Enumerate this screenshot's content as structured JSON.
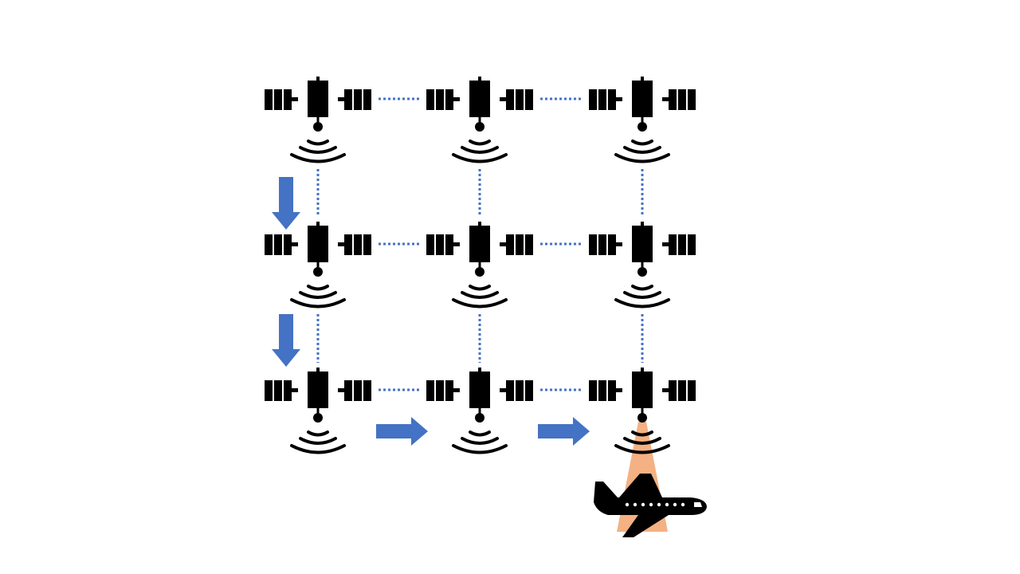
{
  "diagram": {
    "grid": {
      "rows": 3,
      "cols": 3
    },
    "nodes": [
      {
        "id": "sat-r1-c1",
        "row": 1,
        "col": 1,
        "icon": "satellite-icon"
      },
      {
        "id": "sat-r1-c2",
        "row": 1,
        "col": 2,
        "icon": "satellite-icon"
      },
      {
        "id": "sat-r1-c3",
        "row": 1,
        "col": 3,
        "icon": "satellite-icon"
      },
      {
        "id": "sat-r2-c1",
        "row": 2,
        "col": 1,
        "icon": "satellite-icon"
      },
      {
        "id": "sat-r2-c2",
        "row": 2,
        "col": 2,
        "icon": "satellite-icon"
      },
      {
        "id": "sat-r2-c3",
        "row": 2,
        "col": 3,
        "icon": "satellite-icon"
      },
      {
        "id": "sat-r3-c1",
        "row": 3,
        "col": 1,
        "icon": "satellite-icon"
      },
      {
        "id": "sat-r3-c2",
        "row": 3,
        "col": 2,
        "icon": "satellite-icon"
      },
      {
        "id": "sat-r3-c3",
        "row": 3,
        "col": 3,
        "icon": "satellite-icon",
        "serves": "airplane"
      }
    ],
    "links": [
      {
        "from": "sat-r1-c1",
        "to": "sat-r1-c2"
      },
      {
        "from": "sat-r1-c2",
        "to": "sat-r1-c3"
      },
      {
        "from": "sat-r2-c1",
        "to": "sat-r2-c2"
      },
      {
        "from": "sat-r2-c2",
        "to": "sat-r2-c3"
      },
      {
        "from": "sat-r3-c1",
        "to": "sat-r3-c2"
      },
      {
        "from": "sat-r3-c2",
        "to": "sat-r3-c3"
      },
      {
        "from": "sat-r1-c1",
        "to": "sat-r2-c1"
      },
      {
        "from": "sat-r2-c1",
        "to": "sat-r3-c1"
      },
      {
        "from": "sat-r1-c2",
        "to": "sat-r2-c2"
      },
      {
        "from": "sat-r2-c2",
        "to": "sat-r3-c2"
      },
      {
        "from": "sat-r1-c3",
        "to": "sat-r2-c3"
      },
      {
        "from": "sat-r2-c3",
        "to": "sat-r3-c3"
      }
    ],
    "route": [
      {
        "from": "sat-r1-c1",
        "to": "sat-r2-c1",
        "direction": "down"
      },
      {
        "from": "sat-r2-c1",
        "to": "sat-r3-c1",
        "direction": "down"
      },
      {
        "from": "sat-r3-c1",
        "to": "sat-r3-c2",
        "direction": "right"
      },
      {
        "from": "sat-r3-c2",
        "to": "sat-r3-c3",
        "direction": "right"
      }
    ],
    "target": {
      "icon": "airplane-icon",
      "beam_icon": "beam-cone"
    },
    "colors": {
      "icon": "#000000",
      "link": "#4472C4",
      "arrow": "#4472C4",
      "beam": "#F4B183",
      "background": "#FFFFFF"
    }
  }
}
